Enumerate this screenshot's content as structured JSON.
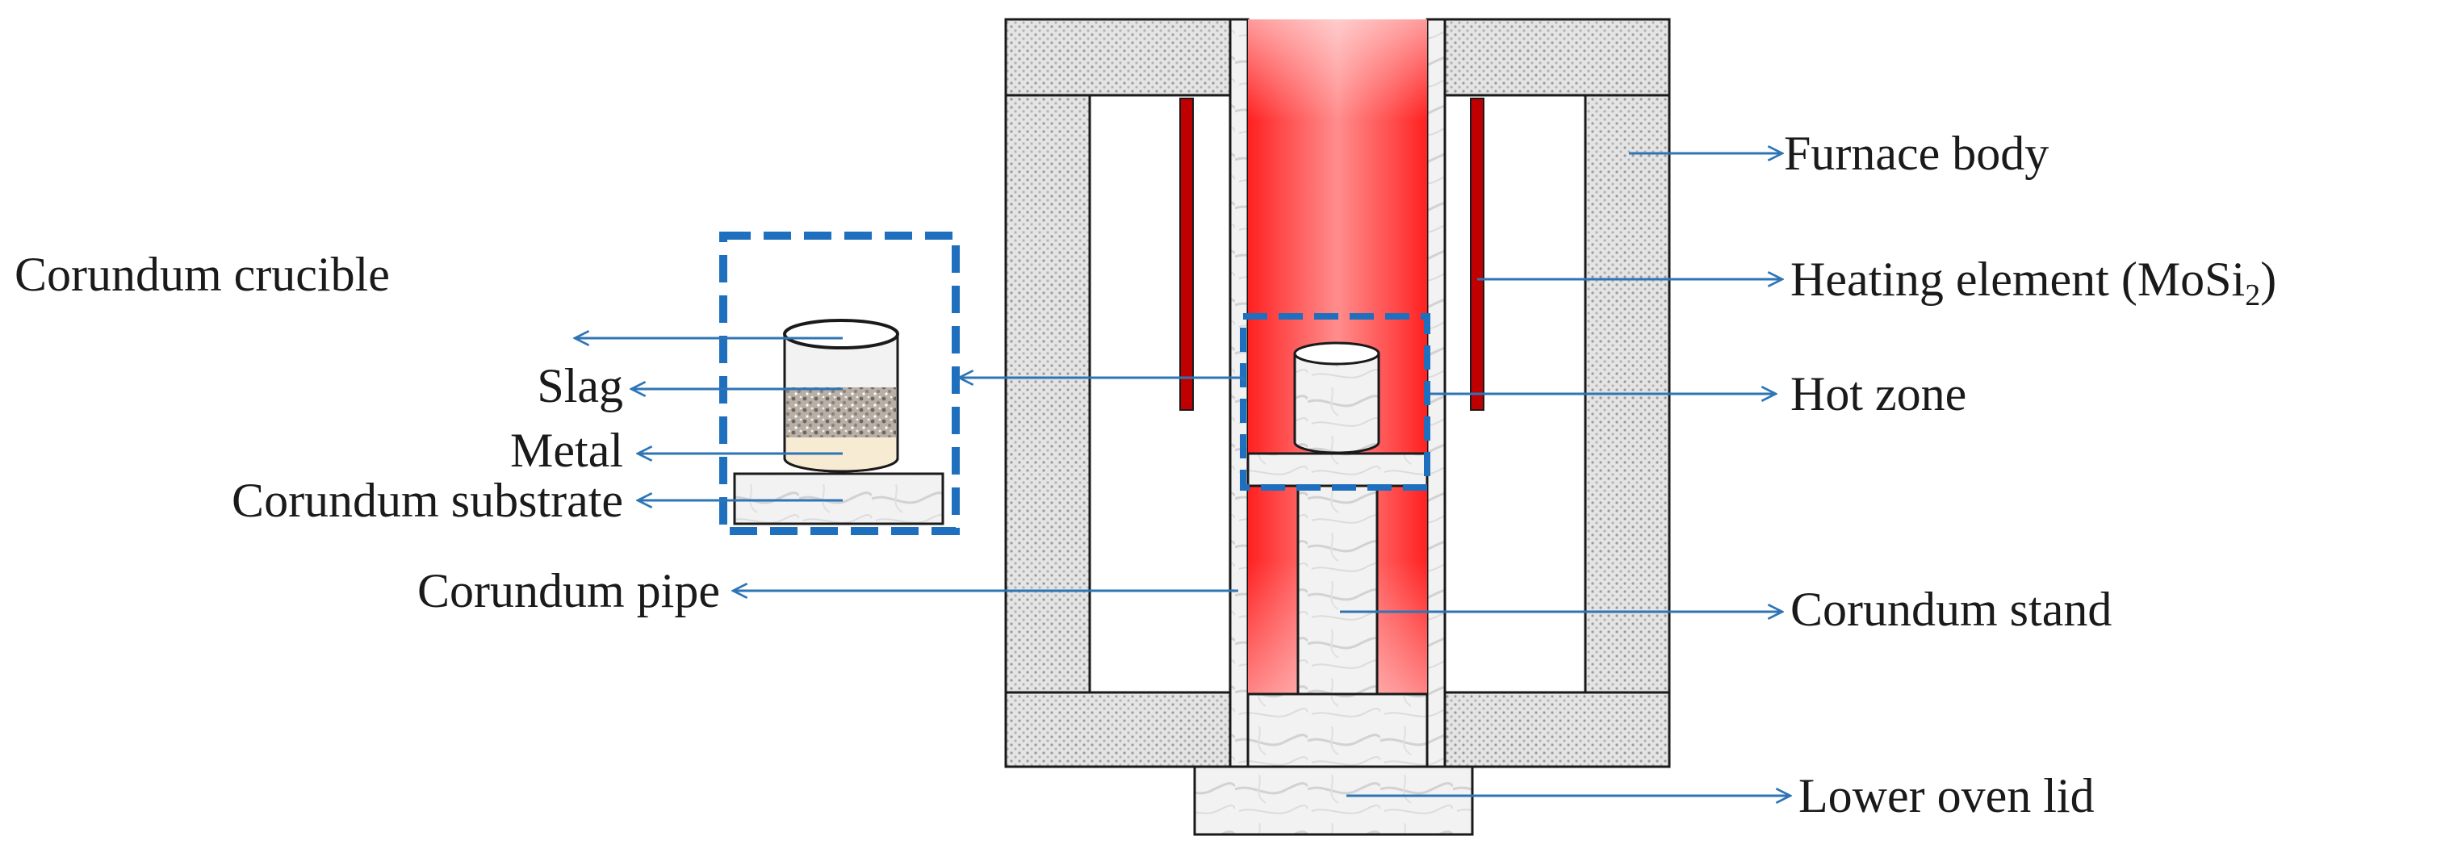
{
  "labels": {
    "furnace_body": "Furnace body",
    "heating_element": "Heating element (MoSi",
    "heating_element_sub": "2",
    "heating_element_close": ")",
    "hot_zone": "Hot zone",
    "corundum_stand": "Corundum  stand",
    "lower_oven_lid": "Lower oven lid",
    "corundum_crucible": "Corundum crucible",
    "slag": "Slag",
    "metal": "Metal",
    "corundum_substrate": "Corundum  substrate",
    "corundum_pipe": "Corundum  pipe"
  },
  "colors": {
    "arrow": "#2e75b6",
    "dashed_box": "#1f6fbf",
    "heating": "#c00000",
    "hot": "#ff1a1a",
    "insulation": "#d9d9d9",
    "outline": "#1a1a1a",
    "metal": "#f8ebd3",
    "slag": "#9a8f84"
  }
}
